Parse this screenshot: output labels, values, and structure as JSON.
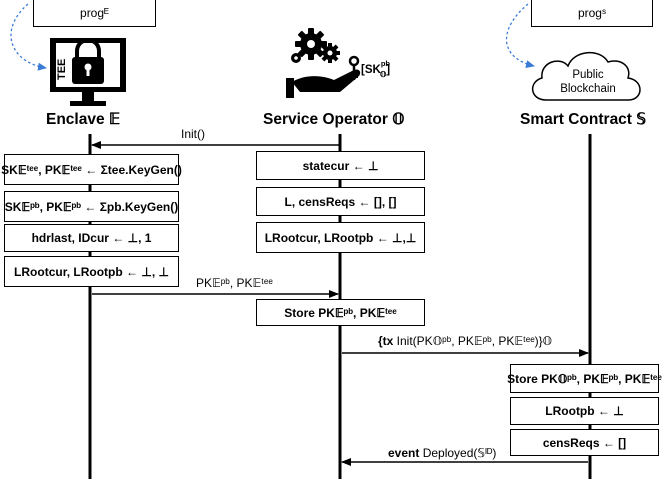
{
  "top_boxes": {
    "enclave_prog": "progᴱ",
    "contract_prog": "progˢ"
  },
  "icons": {
    "tee": "TEE",
    "sk_label": "[SK",
    "sk_sup": "pb",
    "sk_sub": "𝕆",
    "sk_close": "]",
    "cloud_line1": "Public",
    "cloud_line2": "Blockchain"
  },
  "titles": {
    "enclave": "Enclave 𝔼",
    "operator": "Service Operator 𝕆",
    "contract": "Smart Contract 𝕊"
  },
  "messages": {
    "init": "Init()",
    "pk_send": "PK𝔼ᵖᵇ, PK𝔼ᵗᵉᵉ",
    "tx_bold": "{tx",
    "tx_rest": " Init(PK𝕆ᵖᵇ, PK𝔼ᵖᵇ, PK𝔼ᵗᵉᵉ)}𝕆",
    "event_bold": "event",
    "event_rest": " Deployed(𝕊ᴵᴰ)"
  },
  "enclave_steps": [
    "SK𝔼ᵗᵉᵉ, PK𝔼ᵗᵉᵉ ← Σtee.KeyGen()",
    "SK𝔼ᵖᵇ, PK𝔼ᵖᵇ ← Σpb.KeyGen()",
    "hdrlast, IDcur ← ⊥, 1",
    "LRootcur, LRootpb ← ⊥, ⊥"
  ],
  "operator_steps": [
    "statecur ← ⊥",
    "L, censReqs ← [], []",
    "LRootcur, LRootpb ← ⊥,⊥",
    "Store PK𝔼ᵖᵇ, PK𝔼ᵗᵉᵉ"
  ],
  "contract_steps": [
    "Store PK𝕆ᵖᵇ, PK𝔼ᵖᵇ, PK𝔼ᵗᵉᵉ",
    "LRootpb ← ⊥",
    "censReqs ← []"
  ]
}
